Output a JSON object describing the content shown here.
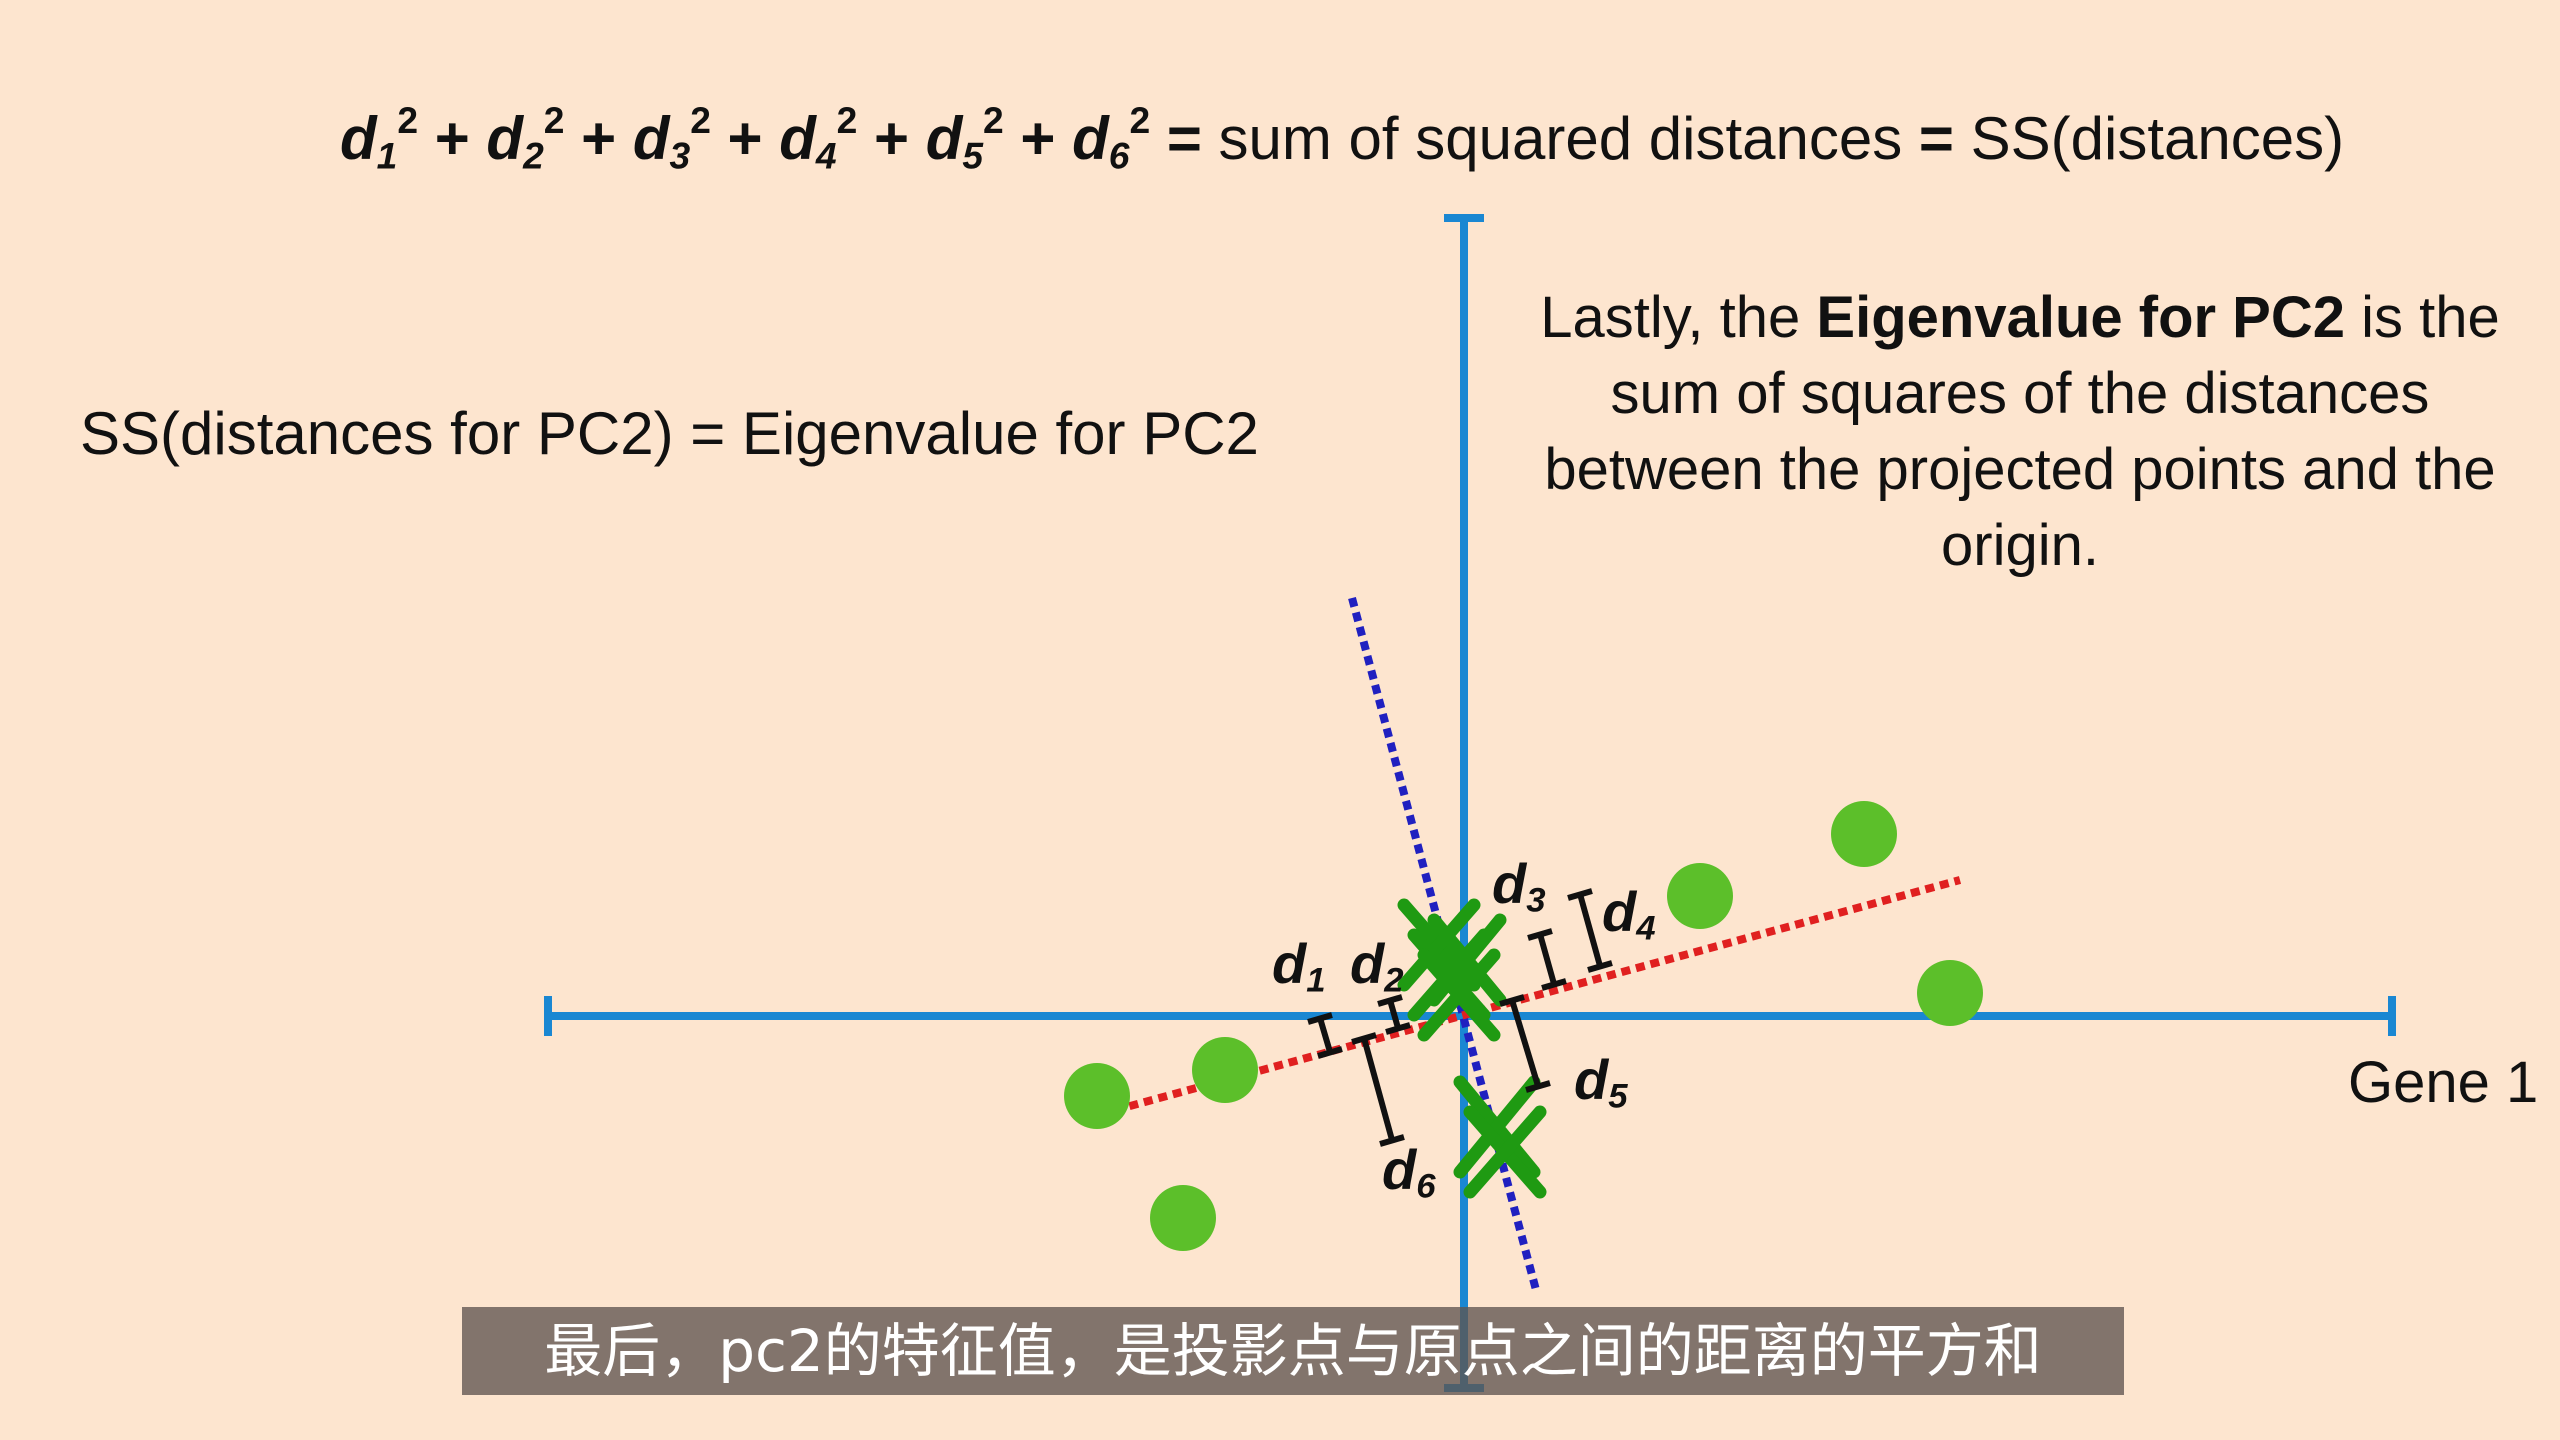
{
  "equation": {
    "terms": [
      {
        "var": "d",
        "sub": "1",
        "sup": "2"
      },
      {
        "var": "d",
        "sub": "2",
        "sup": "2"
      },
      {
        "var": "d",
        "sub": "3",
        "sup": "2"
      },
      {
        "var": "d",
        "sub": "4",
        "sup": "2"
      },
      {
        "var": "d",
        "sub": "5",
        "sup": "2"
      },
      {
        "var": "d",
        "sub": "6",
        "sup": "2"
      }
    ],
    "plus": "+",
    "equals": "=",
    "text1": "sum of squared distances",
    "text2": "SS(distances)"
  },
  "ss_label": "SS(distances for PC2) = Eigenvalue for PC2",
  "note": {
    "part1": "Lastly, the ",
    "bold": "Eigenvalue for PC2",
    "part2": " is the sum of squares of the distances between the projected points and the origin."
  },
  "axis": {
    "x_label": "Gene 1"
  },
  "distance_labels": [
    {
      "var": "d",
      "sub": "1"
    },
    {
      "var": "d",
      "sub": "2"
    },
    {
      "var": "d",
      "sub": "3"
    },
    {
      "var": "d",
      "sub": "4"
    },
    {
      "var": "d",
      "sub": "5"
    },
    {
      "var": "d",
      "sub": "6"
    }
  ],
  "subtitle": "最后，pc2的特征值，是投影点与原点之间的距离的平方和",
  "colors": {
    "background": "#fde5cf",
    "axis": "#1a87d2",
    "pc1_line": "#e02020",
    "pc2_line": "#2020c0",
    "points": "#5cbf2a",
    "projections": "#1f9a12",
    "brackets": "#111111"
  }
}
